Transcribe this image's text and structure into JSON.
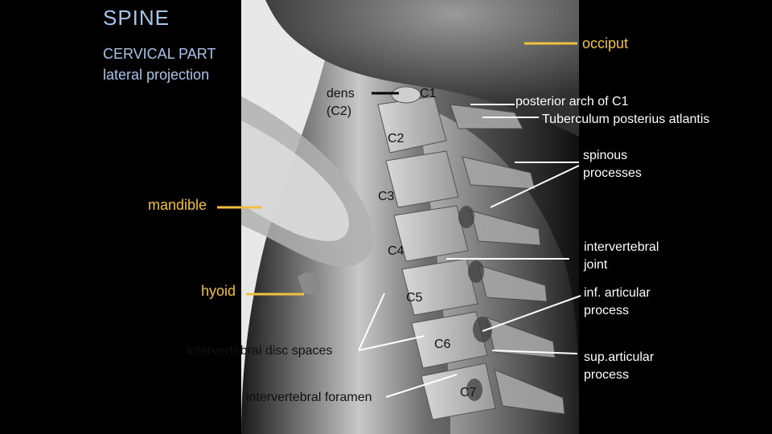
{
  "slide": {
    "title": "SPINE",
    "subtitle_1": "CERVICAL PART",
    "subtitle_2": "lateral projection"
  },
  "labels": {
    "occiput": "occiput",
    "dens": "dens\n(C2)",
    "c1": "C1",
    "posterior_arch": "posterior arch of C1",
    "tuberculum": "Tuberculum posterius atlantis",
    "c2": "C2",
    "spinous": "spinous\nprocesses",
    "mandible": "mandible",
    "c3": "C3",
    "c4": "C4",
    "intervertebral_joint": "intervertebral\njoint",
    "hyoid": "hyoid",
    "c5": "C5",
    "inf_articular": "inf. articular\nprocess",
    "c6": "C6",
    "disc_spaces": "intervertebral disc spaces",
    "sup_articular": "sup.articular\nprocess",
    "c7": "C7",
    "foramen": "intervertebral foramen"
  },
  "colors": {
    "background": "#000000",
    "white_label": "#ffffff",
    "yellow_label": "#f0c040",
    "title_blue": "#a8c4e8"
  }
}
